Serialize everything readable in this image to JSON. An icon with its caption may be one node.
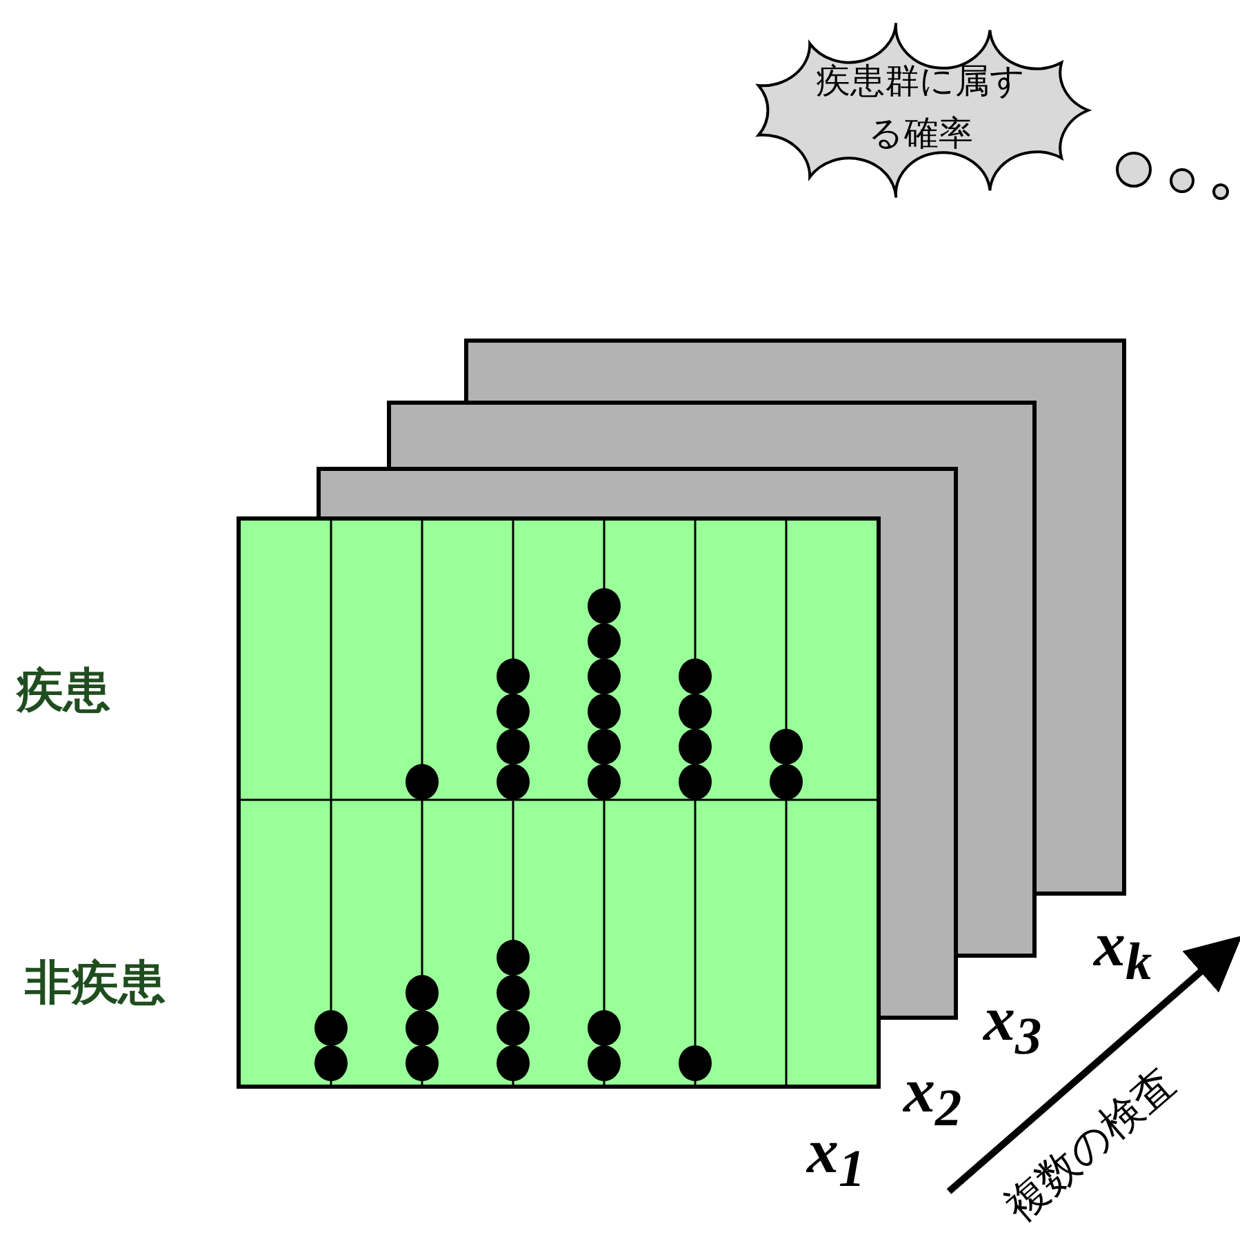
{
  "diagram": {
    "nodes": [
      {
        "text": [
          "疾患群に属する確率"
        ]
      }
    ],
    "edges": [],
    "labels": [
      "疾患",
      "非疾患",
      "x$_{1}$",
      "x$_{2}$",
      "x$_{3}$",
      "x$_{k}$",
      "複数の検査"
    ]
  }
}
